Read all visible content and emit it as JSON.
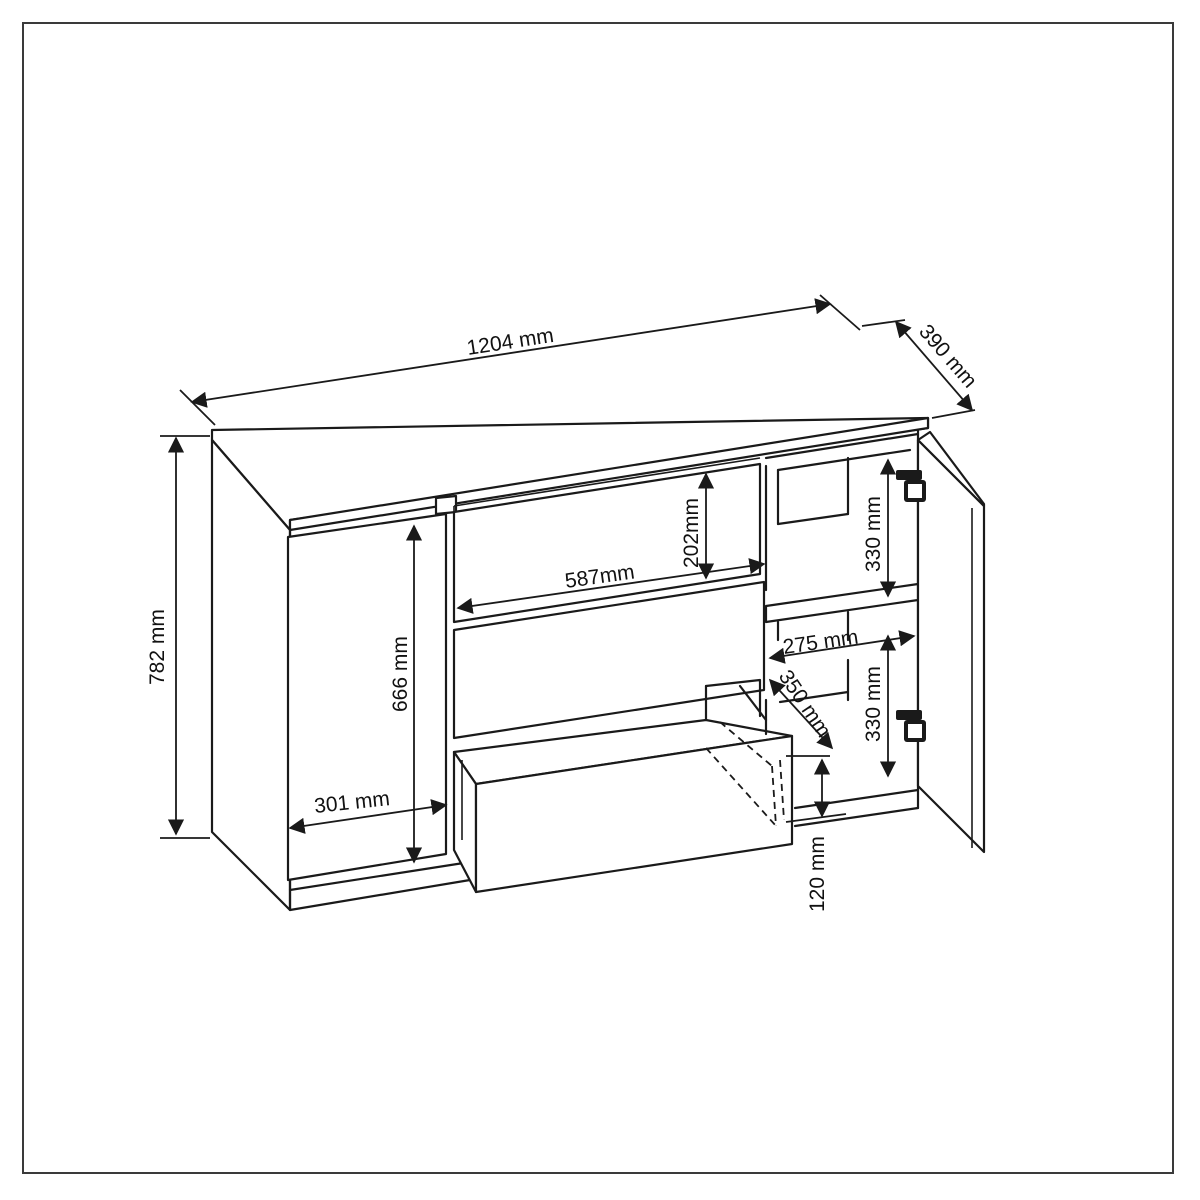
{
  "dimensions": {
    "width": "1204 mm",
    "depth": "390 mm",
    "height": "782 mm",
    "door_inner_height": "666 mm",
    "door_width": "301 mm",
    "drawer_width": "587mm",
    "drawer_height": "202mm",
    "shelf_height_upper": "330 mm",
    "shelf_height_lower": "330 mm",
    "shelf_width": "275 mm",
    "drawer_depth": "350 mm",
    "drawer_inner_height": "120 mm"
  },
  "icons": [
    "hinge-icon"
  ]
}
